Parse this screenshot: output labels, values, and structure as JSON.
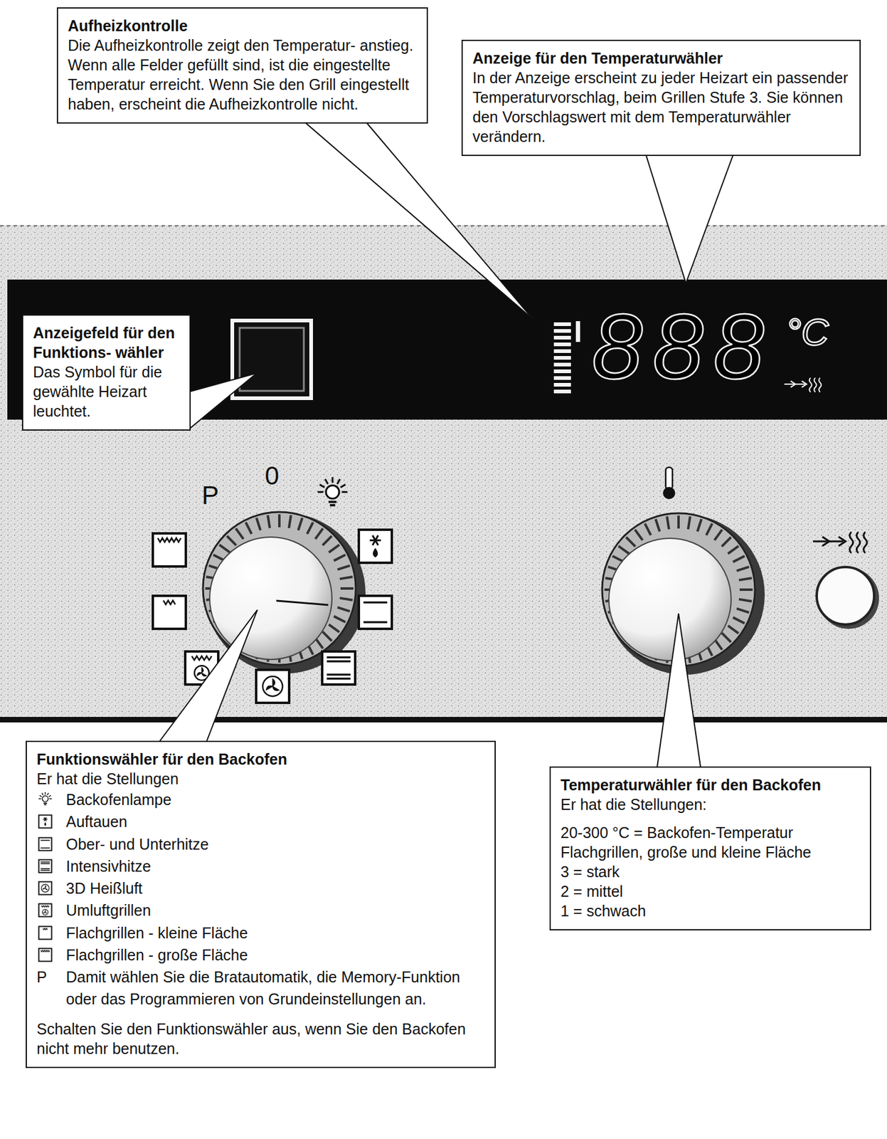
{
  "diagram": {
    "nodes": [
      {
        "text": [
          "Aufheizkontrolle",
          "Die Aufheizkontrolle zeigt den Temperatur- anstieg. Wenn alle Felder gefüllt sind, ist die eingestellte Temperatur erreicht. Wenn Sie den Grill eingestellt haben, erscheint die Aufheizkontrolle nicht."
        ]
      },
      {
        "text": [
          "Anzeige für den Temperaturwähler",
          "In der Anzeige erscheint zu jeder Heizart ein passender Temperaturvorschlag, beim Grillen Stufe 3. Sie können den Vorschlagswert mit dem Temperaturwähler verändern."
        ]
      },
      {
        "text": [
          "Anzeigefeld für den Funktions- wähler",
          "Das Symbol für die gewählte Heizart leuchtet."
        ]
      },
      {
        "text": [
          "Funktionswähler für den Backofen",
          "Er hat die Stellungen",
          "Backofenlampe",
          "Auftauen",
          "Ober- und Unterhitze",
          "Intensivhitze",
          "3D Heißluft",
          "Umluftgrillen",
          "Flachgrillen - kleine Fläche",
          "Flachgrillen - große Fläche",
          "P",
          "Damit wählen Sie die Bratautomatik, die Memory-Funktion oder das Programmieren von Grundeinstellungen an.",
          "Schalten Sie den Funktionswähler aus, wenn Sie den Backofen nicht mehr benutzen."
        ]
      },
      {
        "text": [
          "Temperaturwähler für den Backofen",
          "Er hat die Stellungen:",
          "20-300 °C = Backofen-Temperatur",
          "Flachgrillen, große und kleine Fläche",
          "3 = stark",
          "2 = mittel",
          "1 = schwach"
        ]
      }
    ],
    "labels": [
      "888",
      "°C",
      "P",
      "0"
    ]
  }
}
